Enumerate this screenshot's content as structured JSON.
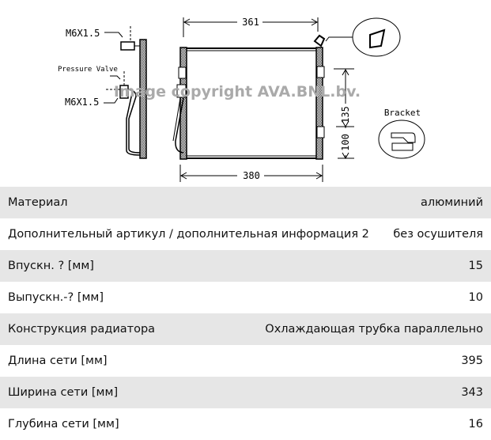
{
  "diagram": {
    "labels": {
      "thread_top": "M6X1.5",
      "pressure_valve": "Pressure Valve",
      "thread_bottom": "M6X1.5",
      "width_top": "361",
      "width_bottom": "380",
      "height_upper": "135",
      "height_lower": "100",
      "bracket": "Bracket"
    },
    "watermark": "Image copyright AVA.BNL.bv."
  },
  "specs": [
    {
      "label": "Материал",
      "value": "алюминий"
    },
    {
      "label": "Дополнительный артикул / дополнительная информация 2",
      "value": "без осушителя"
    },
    {
      "label": "Впускн. ? [мм]",
      "value": "15"
    },
    {
      "label": "Выпускн.-? [мм]",
      "value": "10"
    },
    {
      "label": "Конструкция радиатора",
      "value": "Охлаждающая трубка параллельно"
    },
    {
      "label": "Длина сети [мм]",
      "value": "395"
    },
    {
      "label": "Ширина сети [мм]",
      "value": "343"
    },
    {
      "label": "Глубина сети [мм]",
      "value": "16"
    }
  ]
}
